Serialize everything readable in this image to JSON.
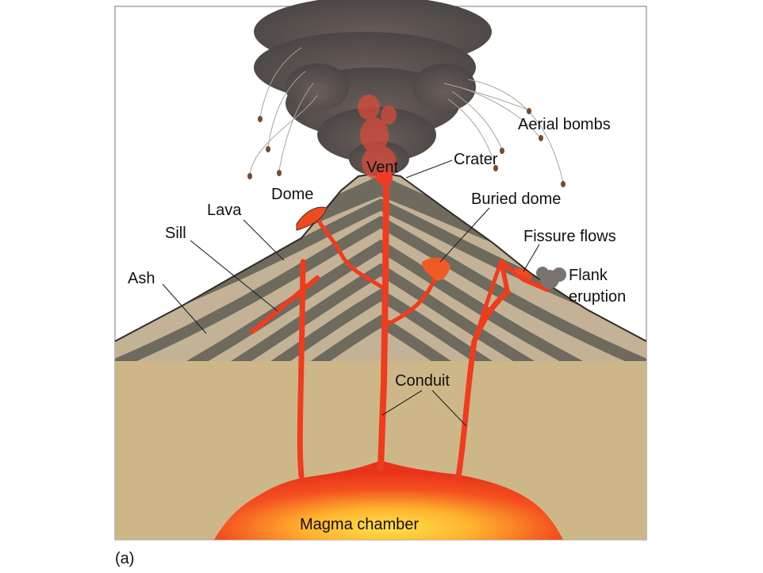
{
  "figure_label": "(a)",
  "labels": {
    "aerial_bombs": "Aerial bombs",
    "crater": "Crater",
    "vent": "Vent",
    "dome": "Dome",
    "buried_dome": "Buried dome",
    "lava": "Lava",
    "sill": "Sill",
    "ash": "Ash",
    "fissure_flows": "Fissure flows",
    "flank_eruption_line1": "Flank",
    "flank_eruption_line2": "eruption",
    "conduit": "Conduit",
    "magma_chamber": "Magma chamber"
  },
  "colors": {
    "sky": "#ffffff",
    "ground": "#cdb788",
    "ash_layer": "#c3b296",
    "lava_layer": "#6e6a5e",
    "magma": "#f03c1e",
    "magma_core": "#ffd23a",
    "smoke": "#5f5a56"
  }
}
